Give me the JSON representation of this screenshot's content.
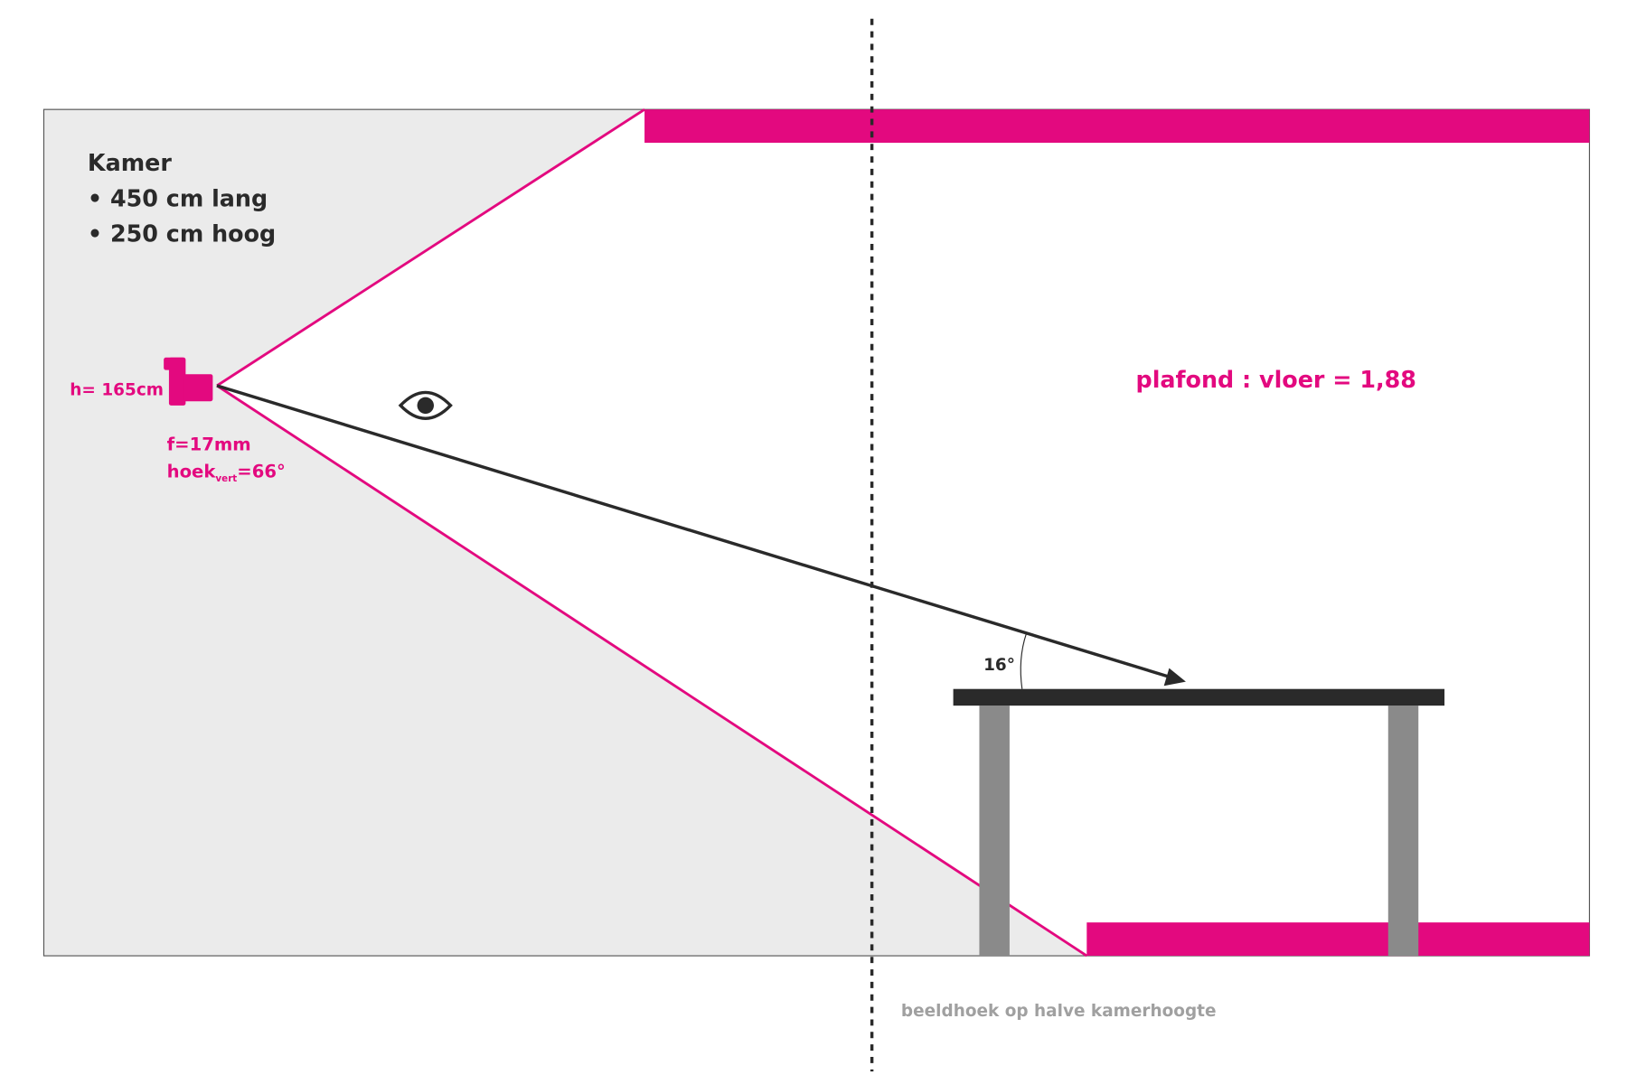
{
  "room": {
    "title": "Kamer",
    "items": [
      "• 450 cm lang",
      "• 250 cm hoog"
    ]
  },
  "camera": {
    "height_label": "h= 165cm",
    "focal": "f=17mm",
    "angle_prefix": "hoek",
    "angle_sub": "vert",
    "angle_suffix": "=66°"
  },
  "ratio_label": "plafond : vloer = 1,88",
  "angle_label": "16°",
  "caption": "beeldhoek op halve kamerhoogte",
  "colors": {
    "accent": "#e3097f",
    "gray": "#ebebeb",
    "dark": "#2a2a2a",
    "leg": "#8a8a8a"
  }
}
